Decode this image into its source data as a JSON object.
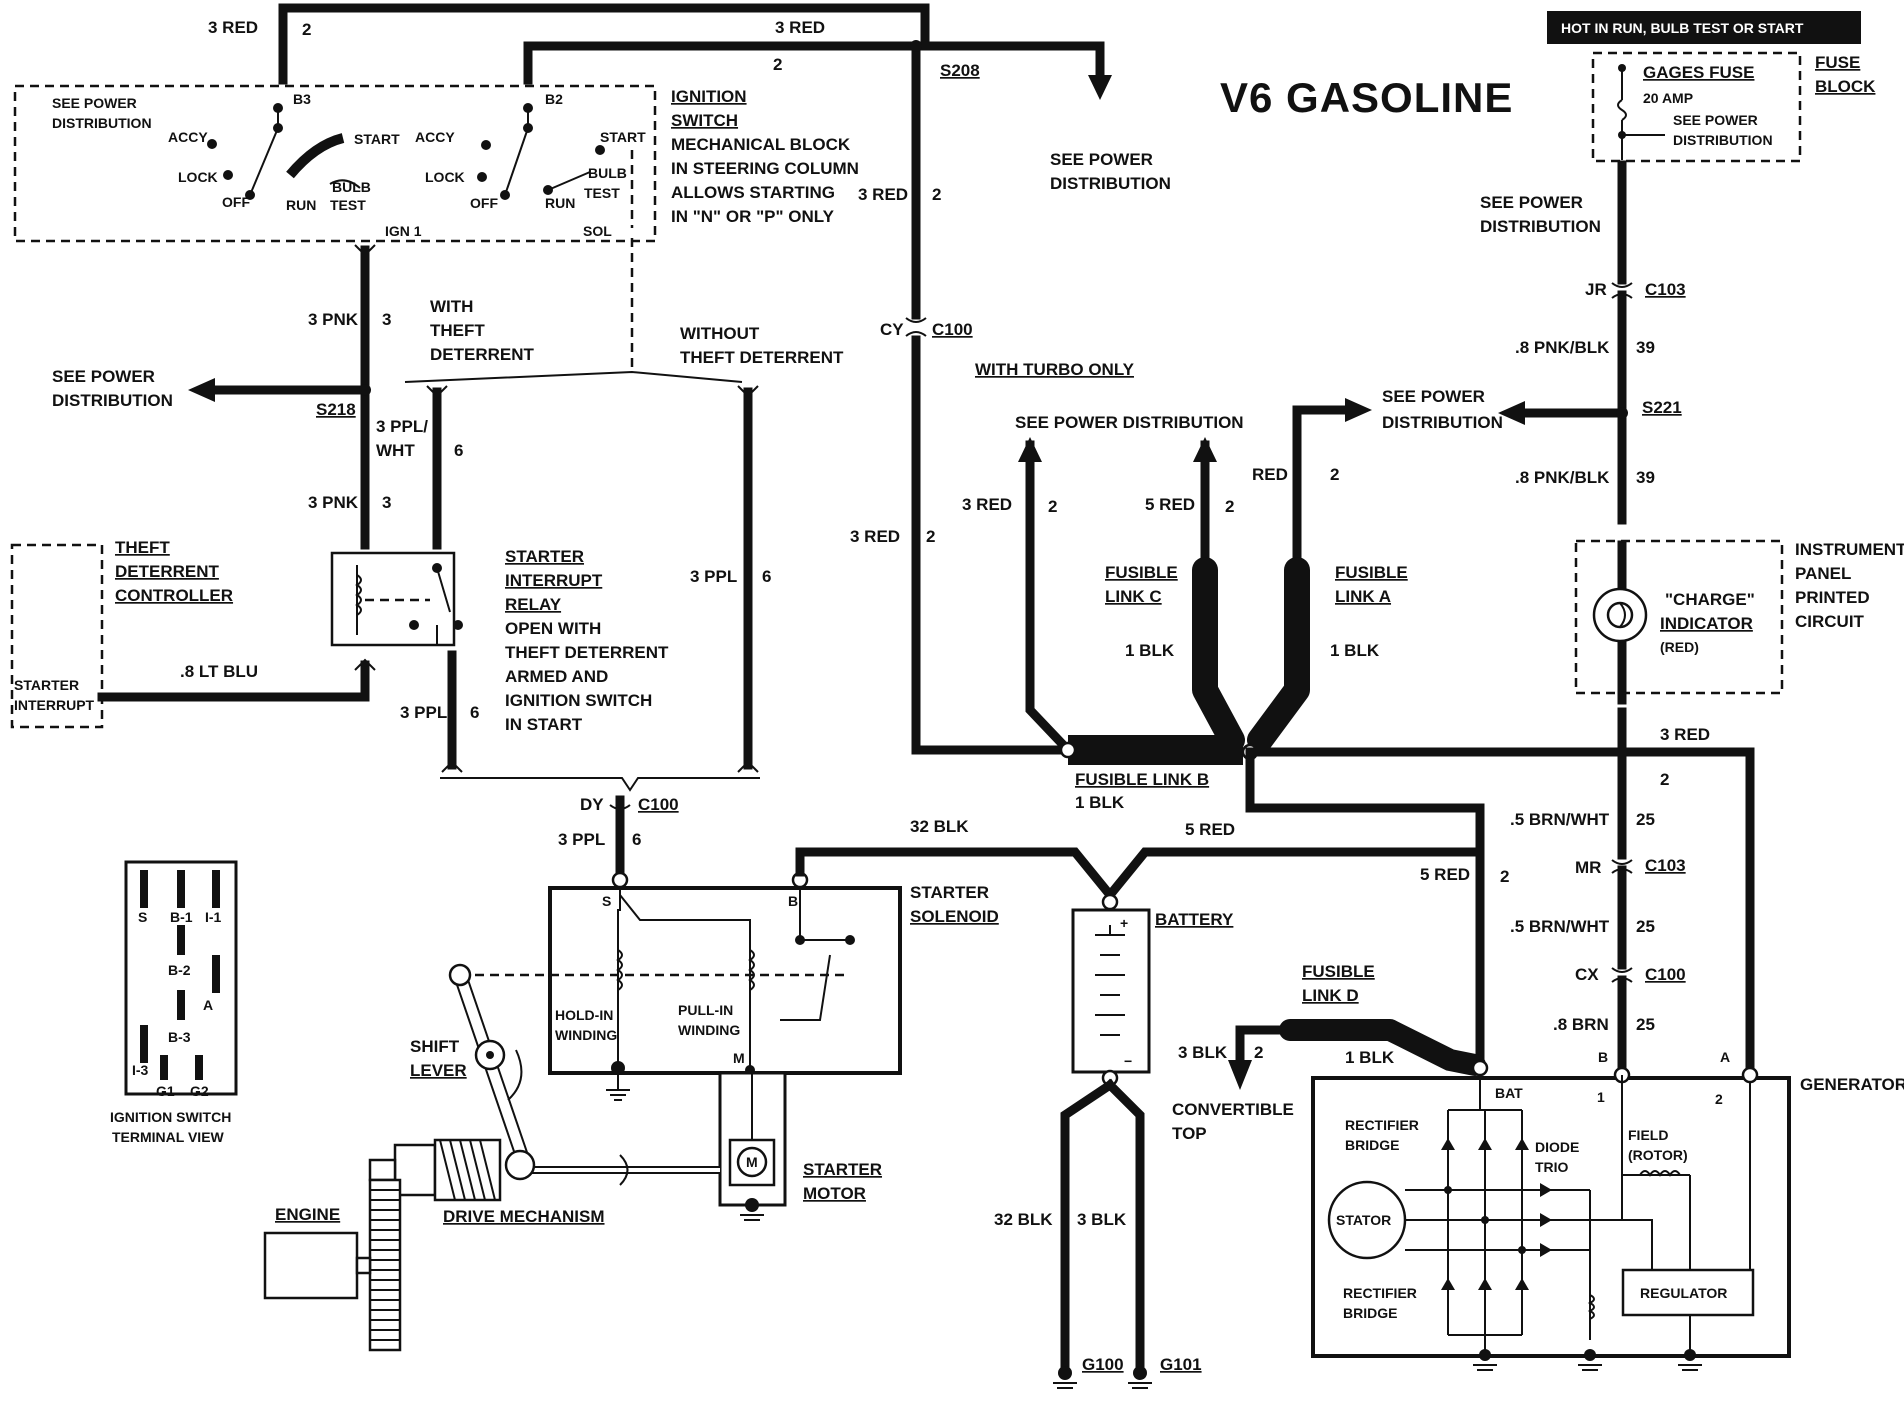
{
  "title": "V6 GASOLINE",
  "hot_label": "HOT IN RUN, BULB TEST OR START",
  "fuse": {
    "name": "GAGES FUSE",
    "rating": "20 AMP",
    "see_power": [
      "SEE POWER",
      "DISTRIBUTION"
    ],
    "block": [
      "FUSE",
      "BLOCK"
    ]
  },
  "ignition_switch": {
    "title": [
      "IGNITION",
      "SWITCH"
    ],
    "description": [
      "MECHANICAL BLOCK",
      "IN STEERING COLUMN",
      "ALLOWS STARTING",
      "IN \"N\" OR \"P\" ONLY"
    ],
    "see_power": [
      "SEE POWER",
      "DISTRIBUTION"
    ],
    "terminals": [
      "B3",
      "B2",
      "IGN 1",
      "SOL"
    ],
    "positions_left": [
      "ACCY",
      "LOCK",
      "OFF",
      "RUN",
      "START",
      "BULB",
      "TEST"
    ],
    "positions_right": [
      "ACCY",
      "LOCK",
      "OFF",
      "RUN",
      "START",
      "BULB",
      "TEST"
    ]
  },
  "wires": {
    "red3_top_left": "3 RED",
    "red3_top_left_circ": "2",
    "red3_top": "3 RED",
    "red3_top_circ": "2",
    "b2_circ": "2",
    "red3_upper": "3 RED",
    "red3_upper_circ": "2",
    "red3_lower": "3 RED",
    "red3_lower_circ": "2",
    "pnk3_top": "3 PNK",
    "pnk3_top_circ": "3",
    "pnk3_bottom": "3 PNK",
    "pnk3_bottom_circ": "3",
    "ppl_wht": [
      "3 PPL/",
      "WHT"
    ],
    "ppl_wht_circ": "6",
    "ppl3_relay": "3 PPL",
    "ppl3_relay_circ": "6",
    "ppl3_mid": "3 PPL",
    "ppl3_mid_circ": "6",
    "ppl3_sol": "3 PPL",
    "ppl3_sol_circ": "6",
    "lt_blu": ".8 LT BLU",
    "blk32_top": "32 BLK",
    "red5_top": "5 RED",
    "red5_gen": "5 RED",
    "red5_gen_circ": "2",
    "red3_turbo": "3 RED",
    "red3_turbo_circ": "2",
    "red5_fusible": "5 RED",
    "red5_fusible_circ": "2",
    "red_a": "RED",
    "red_a_circ": "2",
    "blk1_c": "1 BLK",
    "blk1_a": "1 BLK",
    "blk1_b": "1 BLK",
    "blk1_d": "1 BLK",
    "blk3_conv": "3 BLK",
    "blk3_conv_circ": "2",
    "pnk_blk_top": ".8 PNK/BLK",
    "pnk_blk_top_circ": "39",
    "pnk_blk_bottom": ".8 PNK/BLK",
    "pnk_blk_bottom_circ": "39",
    "red3_gen": "3 RED",
    "red3_gen_circ": "2",
    "brn_wht_top": ".5 BRN/WHT",
    "brn_wht_top_circ": "25",
    "brn_wht_bottom": ".5 BRN/WHT",
    "brn_wht_bottom_circ": "25",
    "brn8": ".8 BRN",
    "brn8_circ": "25",
    "blk32_ground": "32 BLK",
    "blk3_ground": "3 BLK"
  },
  "connectors": {
    "s208": "S208",
    "s218": "S218",
    "s221": "S221",
    "c100_cy": [
      "CY",
      "C100"
    ],
    "c100_dy": [
      "DY",
      "C100"
    ],
    "c100_cx": [
      "CX",
      "C100"
    ],
    "c103_jr": [
      "JR",
      "C103"
    ],
    "c103_mr": [
      "MR",
      "C103"
    ]
  },
  "see_power": {
    "top": [
      "SEE POWER",
      "DISTRIBUTION"
    ],
    "left": [
      "SEE POWER",
      "DISTRIBUTION"
    ],
    "mid": "SEE POWER DISTRIBUTION",
    "right": [
      "SEE POWER",
      "DISTRIBUTION"
    ],
    "fuse": [
      "SEE POWER",
      "DISTRIBUTION"
    ]
  },
  "theft": {
    "with": [
      "WITH",
      "THEFT",
      "DETERRENT"
    ],
    "without": [
      "WITHOUT",
      "THEFT DETERRENT"
    ],
    "controller": [
      "THEFT",
      "DETERRENT",
      "CONTROLLER"
    ],
    "starter_interrupt": [
      "STARTER",
      "INTERRUPT"
    ]
  },
  "relay": {
    "title": [
      "STARTER",
      "INTERRUPT",
      "RELAY"
    ],
    "description": [
      "OPEN WITH",
      "THEFT DETERRENT",
      "ARMED AND",
      "IGNITION SWITCH",
      "IN START"
    ]
  },
  "turbo": "WITH TURBO ONLY",
  "fusible": {
    "c": [
      "FUSIBLE",
      "LINK C"
    ],
    "a": [
      "FUSIBLE",
      "LINK A"
    ],
    "b": "FUSIBLE LINK B",
    "d": [
      "FUSIBLE",
      "LINK D"
    ]
  },
  "instrument": {
    "panel": [
      "INSTRUMENT",
      "PANEL",
      "PRINTED",
      "CIRCUIT"
    ],
    "indicator": [
      "\"CHARGE\"",
      "INDICATOR",
      "(RED)"
    ]
  },
  "solenoid": {
    "title": [
      "STARTER",
      "SOLENOID"
    ],
    "hold_in": [
      "HOLD-IN",
      "WINDING"
    ],
    "pull_in": [
      "PULL-IN",
      "WINDING"
    ],
    "terminals": [
      "S",
      "B",
      "M"
    ]
  },
  "battery": "BATTERY",
  "convertible": [
    "CONVERTIBLE",
    "TOP"
  ],
  "generator": {
    "title": "GENERATOR",
    "bat": "BAT",
    "terminals": [
      "B",
      "A",
      "1",
      "2"
    ],
    "rectifier": [
      "RECTIFIER",
      "BRIDGE"
    ],
    "diode": [
      "DIODE",
      "TRIO"
    ],
    "field": [
      "FIELD",
      "(ROTOR)"
    ],
    "stator": "STATOR",
    "regulator": "REGULATOR"
  },
  "starter_motor": [
    "STARTER",
    "MOTOR"
  ],
  "shift_lever": [
    "SHIFT",
    "LEVER"
  ],
  "drive_mechanism": "DRIVE MECHANISM",
  "engine": "ENGINE",
  "grounds": [
    "G100",
    "G101"
  ],
  "terminal_view": {
    "labels": [
      "S",
      "B-1",
      "I-1",
      "B-2",
      "A",
      "B-3",
      "I-3",
      "G1",
      "G2"
    ],
    "caption": [
      "IGNITION SWITCH",
      "TERMINAL VIEW"
    ]
  }
}
